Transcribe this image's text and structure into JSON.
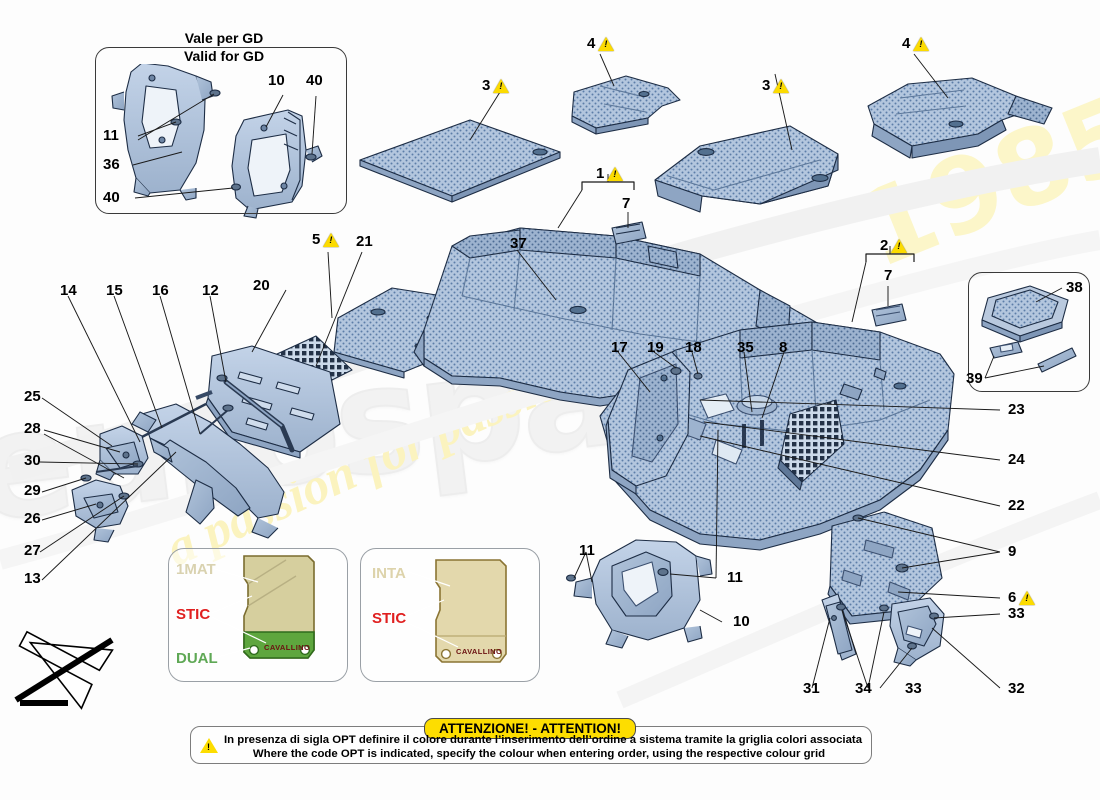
{
  "diagram": {
    "title": "Passenger Compartment Mats - exploded parts diagram",
    "background_color": "#fdfdfd",
    "part_color": "#aec3dd",
    "part_outline": "#1d2d45"
  },
  "watermark": {
    "brand": "eurospares",
    "year": "1985",
    "tagline": "a passion for passion"
  },
  "inset_gd": {
    "title_it": "Vale per GD",
    "title_en": "Valid for GD",
    "callouts": [
      {
        "id": "gd-11",
        "label": "11"
      },
      {
        "id": "gd-36",
        "label": "36"
      },
      {
        "id": "gd-40a",
        "label": "40"
      },
      {
        "id": "gd-10",
        "label": "10"
      },
      {
        "id": "gd-40b",
        "label": "40"
      }
    ]
  },
  "inset_mat": {
    "callouts": [
      {
        "id": "ins-38",
        "label": "38"
      },
      {
        "id": "ins-39",
        "label": "39"
      }
    ]
  },
  "callouts": [
    {
      "id": "c3a",
      "label": "3",
      "warn": true
    },
    {
      "id": "c4a",
      "label": "4",
      "warn": true
    },
    {
      "id": "c3b",
      "label": "3",
      "warn": true
    },
    {
      "id": "c4b",
      "label": "4",
      "warn": true
    },
    {
      "id": "c1",
      "label": "1",
      "warn": true
    },
    {
      "id": "c7a",
      "label": "7",
      "warn": false
    },
    {
      "id": "c2",
      "label": "2",
      "warn": true
    },
    {
      "id": "c7b",
      "label": "7",
      "warn": false
    },
    {
      "id": "c5",
      "label": "5",
      "warn": true
    },
    {
      "id": "c21",
      "label": "21",
      "warn": false
    },
    {
      "id": "c20",
      "label": "20",
      "warn": false
    },
    {
      "id": "c37",
      "label": "37",
      "warn": false
    },
    {
      "id": "c14",
      "label": "14",
      "warn": false
    },
    {
      "id": "c15",
      "label": "15",
      "warn": false
    },
    {
      "id": "c16",
      "label": "16",
      "warn": false
    },
    {
      "id": "c12",
      "label": "12",
      "warn": false
    },
    {
      "id": "c25",
      "label": "25",
      "warn": false
    },
    {
      "id": "c28",
      "label": "28",
      "warn": false
    },
    {
      "id": "c30",
      "label": "30",
      "warn": false
    },
    {
      "id": "c29",
      "label": "29",
      "warn": false
    },
    {
      "id": "c26",
      "label": "26",
      "warn": false
    },
    {
      "id": "c27",
      "label": "27",
      "warn": false
    },
    {
      "id": "c13",
      "label": "13",
      "warn": false
    },
    {
      "id": "c17",
      "label": "17",
      "warn": false
    },
    {
      "id": "c19",
      "label": "19",
      "warn": false
    },
    {
      "id": "c18",
      "label": "18",
      "warn": false
    },
    {
      "id": "c35",
      "label": "35",
      "warn": false
    },
    {
      "id": "c8",
      "label": "8",
      "warn": false
    },
    {
      "id": "c23",
      "label": "23",
      "warn": false
    },
    {
      "id": "c24",
      "label": "24",
      "warn": false
    },
    {
      "id": "c22",
      "label": "22",
      "warn": false
    },
    {
      "id": "c9",
      "label": "9",
      "warn": false
    },
    {
      "id": "c6",
      "label": "6",
      "warn": true
    },
    {
      "id": "c11a",
      "label": "11",
      "warn": false
    },
    {
      "id": "c11b",
      "label": "11",
      "warn": false
    },
    {
      "id": "c10",
      "label": "10",
      "warn": false
    },
    {
      "id": "c31",
      "label": "31",
      "warn": false
    },
    {
      "id": "c34",
      "label": "34",
      "warn": false
    },
    {
      "id": "c33a",
      "label": "33",
      "warn": false
    },
    {
      "id": "c33b",
      "label": "33",
      "warn": false
    },
    {
      "id": "c32",
      "label": "32",
      "warn": false
    }
  ],
  "legend_left": {
    "codes": [
      {
        "id": "lg-1mat",
        "label": "1MAT",
        "color": "#d9d2b0"
      },
      {
        "id": "lg-stic",
        "label": "STIC",
        "color": "#e02020"
      },
      {
        "id": "lg-dual",
        "label": "DUAL",
        "color": "#5fa855"
      }
    ],
    "mat_upper_color": "#d6cf9e",
    "mat_lower_color": "#5ea63e",
    "mat_logo": "CAVALLINO"
  },
  "legend_right": {
    "codes": [
      {
        "id": "lg-inta",
        "label": "INTA",
        "color": "#ddd3ab"
      },
      {
        "id": "lg-stic2",
        "label": "STIC",
        "color": "#e02020"
      }
    ],
    "mat_color": "#e3d8ac",
    "mat_logo": "CAVALLINO"
  },
  "attention": {
    "pill": "ATTENZIONE! - ATTENTION!",
    "line_it": "In presenza di sigla OPT definire il colore durante l’inserimento dell’ordine a sistema tramite la griglia colori associata",
    "line_en": "Where the code OPT is indicated, specify the colour when entering order, using the respective colour grid"
  }
}
